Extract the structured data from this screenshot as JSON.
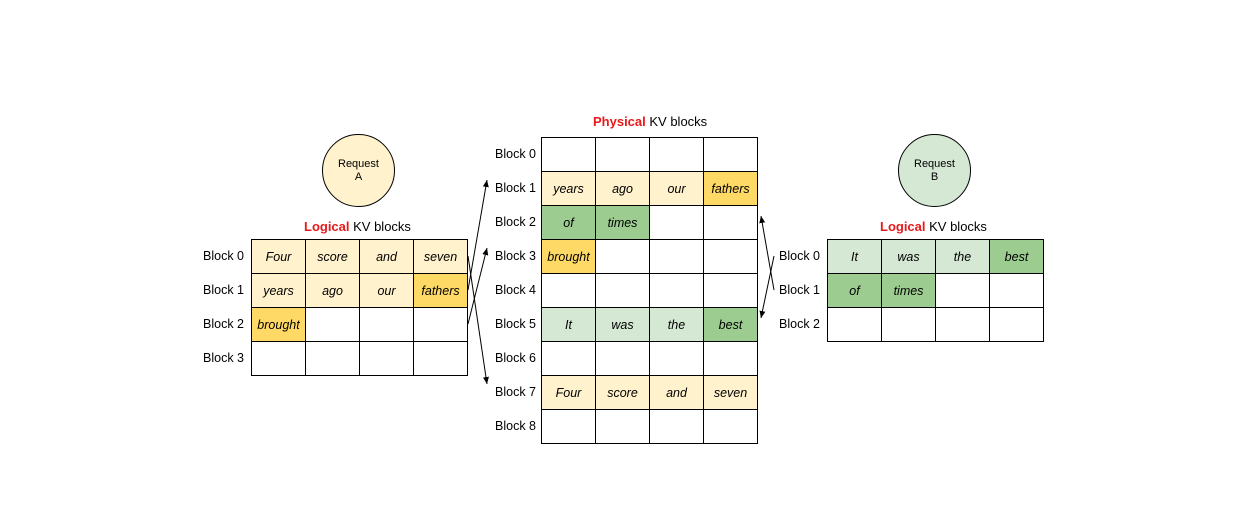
{
  "physical": {
    "title_highlight": "Physical",
    "title_rest": " KV blocks",
    "block_labels": [
      "Block 0",
      "Block 1",
      "Block 2",
      "Block 3",
      "Block 4",
      "Block 5",
      "Block 6",
      "Block 7",
      "Block 8"
    ],
    "rows": [
      [
        "",
        "",
        "",
        ""
      ],
      [
        "years",
        "ago",
        "our",
        "fathers"
      ],
      [
        "of",
        "times",
        "",
        ""
      ],
      [
        "brought",
        "",
        "",
        ""
      ],
      [
        "",
        "",
        "",
        ""
      ],
      [
        "It",
        "was",
        "the",
        "best"
      ],
      [
        "",
        "",
        "",
        ""
      ],
      [
        "Four",
        "score",
        "and",
        "seven"
      ],
      [
        "",
        "",
        "",
        ""
      ]
    ],
    "cell_colors": [
      [
        "e",
        "e",
        "e",
        "e"
      ],
      [
        "y",
        "y",
        "y",
        "Y"
      ],
      [
        "G",
        "G",
        "e",
        "e"
      ],
      [
        "Y",
        "e",
        "e",
        "e"
      ],
      [
        "e",
        "e",
        "e",
        "e"
      ],
      [
        "g",
        "g",
        "g",
        "G"
      ],
      [
        "e",
        "e",
        "e",
        "e"
      ],
      [
        "y",
        "y",
        "y",
        "y"
      ],
      [
        "e",
        "e",
        "e",
        "e"
      ]
    ]
  },
  "request_a": {
    "circle_line1": "Request",
    "circle_line2": "A",
    "title_highlight": "Logical",
    "title_rest": " KV blocks",
    "block_labels": [
      "Block 0",
      "Block 1",
      "Block 2",
      "Block 3"
    ],
    "rows": [
      [
        "Four",
        "score",
        "and",
        "seven"
      ],
      [
        "years",
        "ago",
        "our",
        "fathers"
      ],
      [
        "brought",
        "",
        "",
        ""
      ],
      [
        "",
        "",
        "",
        ""
      ]
    ],
    "cell_colors": [
      [
        "y",
        "y",
        "y",
        "y"
      ],
      [
        "y",
        "y",
        "y",
        "Y"
      ],
      [
        "Y",
        "e",
        "e",
        "e"
      ],
      [
        "e",
        "e",
        "e",
        "e"
      ]
    ]
  },
  "request_b": {
    "circle_line1": "Request",
    "circle_line2": "B",
    "title_highlight": "Logical",
    "title_rest": " KV blocks",
    "block_labels": [
      "Block 0",
      "Block 1",
      "Block 2"
    ],
    "rows": [
      [
        "It",
        "was",
        "the",
        "best"
      ],
      [
        "of",
        "times",
        "",
        ""
      ],
      [
        "",
        "",
        "",
        ""
      ]
    ],
    "cell_colors": [
      [
        "g",
        "g",
        "g",
        "G"
      ],
      [
        "G",
        "G",
        "e",
        "e"
      ],
      [
        "e",
        "e",
        "e",
        "e"
      ]
    ]
  },
  "colors": {
    "yellow_light": "#fff2cc",
    "yellow_full": "#ffd966",
    "green_light": "#d5e8d4",
    "green_mid": "#9ccc8f",
    "highlight_red": "#e8191b"
  },
  "mappings": {
    "request_a": [
      [
        0,
        7
      ],
      [
        1,
        1
      ],
      [
        2,
        3
      ]
    ],
    "request_b": [
      [
        0,
        5
      ],
      [
        1,
        2
      ]
    ]
  }
}
